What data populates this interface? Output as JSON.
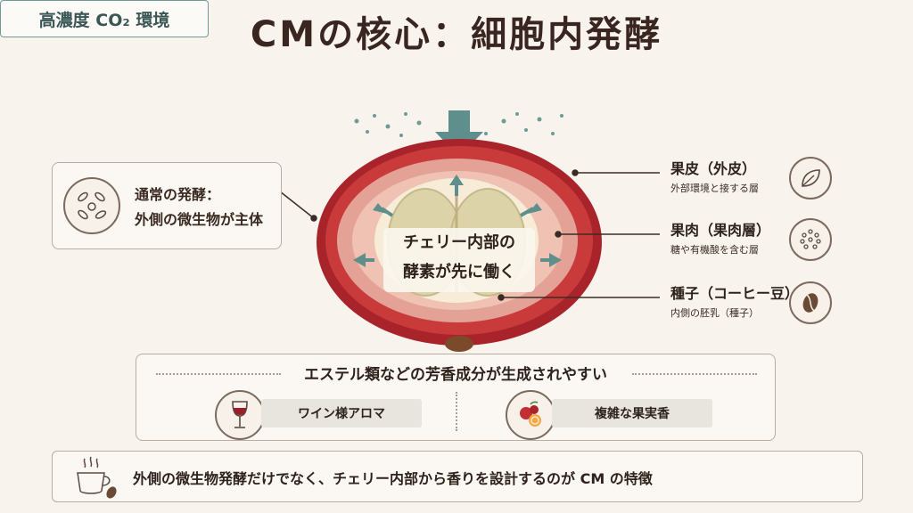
{
  "title": "CMの核心：細胞内発酵",
  "co2_label": "高濃度 CO₂ 環境",
  "left_note": "通常の発酵：\n外側の微生物が主体",
  "center_label": "チェリー内部の\n酵素が先に働く",
  "layers": [
    {
      "title": "果皮（外皮）",
      "sub": "外部環境と接する層",
      "icon": "leaf-icon"
    },
    {
      "title": "果肉（果肉層）",
      "sub": "糖や有機酸を含む層",
      "icon": "dots-icon"
    },
    {
      "title": "種子（コーヒー豆）",
      "sub": "内側の胚乳（種子）",
      "icon": "coffee-bean-icon"
    }
  ],
  "aroma": {
    "heading": "エステル類などの芳香成分が生成されやすい",
    "items": [
      {
        "label": "ワイン様アロマ",
        "icon": "wine-glass-icon"
      },
      {
        "label": "複雑な果実香",
        "icon": "fruit-icon"
      }
    ]
  },
  "footer": "外側の微生物発酵だけでなく、チェリー内部から香りを設計するのが CM の特徴",
  "colors": {
    "cherry": "#b8282c",
    "pulp": "#e8a79a",
    "seed": "#ddd4b0",
    "arrow": "#5f8f8d"
  }
}
